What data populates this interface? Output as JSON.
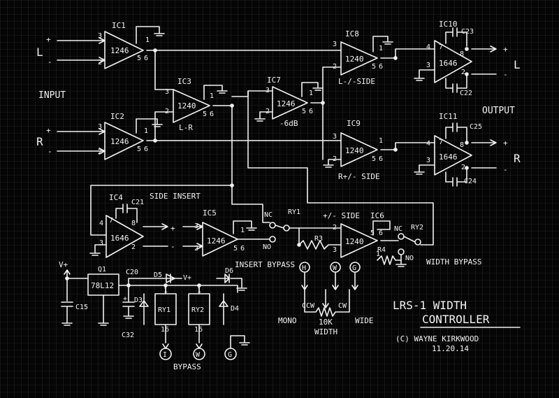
{
  "labels": {
    "input": "INPUT",
    "output": "OUTPUT",
    "l_in": "L",
    "r_in": "R",
    "l_out": "L",
    "r_out": "R",
    "plus": "+",
    "minus": "-",
    "side_insert": "SIDE INSERT",
    "insert_bypass": "INSERT BYPASS",
    "width_bypass": "WIDTH BYPASS",
    "l_side": "L-/-SIDE",
    "r_side": "R+/- SIDE",
    "pm_side": "+/- SIDE",
    "l_r": "L-R",
    "minus6db": "-6dB",
    "mono": "MONO",
    "wide": "WIDE",
    "width": "WIDTH",
    "ccw": "CCW",
    "cw": "CW",
    "pot": "10K",
    "bypass": "BYPASS",
    "nc": "NC",
    "no": "NO",
    "vplus": "V+",
    "reg": "78L12",
    "title1": "LRS-1 WIDTH",
    "title2": "CONTROLLER",
    "author": "(C) WAYNE KIRKWOOD",
    "date": "11.20.14"
  },
  "ics": {
    "ic1": {
      "name": "IC1",
      "part": "1246"
    },
    "ic2": {
      "name": "IC2",
      "part": "1246"
    },
    "ic3": {
      "name": "IC3",
      "part": "1240"
    },
    "ic4": {
      "name": "IC4",
      "part": "1646"
    },
    "ic5": {
      "name": "IC5",
      "part": "1246"
    },
    "ic6": {
      "name": "IC6",
      "part": "1240"
    },
    "ic7": {
      "name": "IC7",
      "part": "1246"
    },
    "ic8": {
      "name": "IC8",
      "part": "1240"
    },
    "ic9": {
      "name": "IC9",
      "part": "1240"
    },
    "ic10": {
      "name": "IC10",
      "part": "1646"
    },
    "ic11": {
      "name": "IC11",
      "part": "1646"
    }
  },
  "parts": {
    "c15": "C15",
    "c20": "C20",
    "c21": "C21",
    "c22": "C22",
    "c23": "C23",
    "c24": "C24",
    "c25": "C25",
    "c32": "C32",
    "q1": "Q1",
    "d3": "D3",
    "d4": "D4",
    "d5": "D5",
    "d6": "D6",
    "r3": "R3",
    "r4": "R4",
    "ry1": "RY1",
    "ry2": "RY2"
  },
  "pins": {
    "p1": "1",
    "p2": "2",
    "p3": "3",
    "p4": "4",
    "p5": "5",
    "p6": "6",
    "p7": "7",
    "p8": "8",
    "p16": "16"
  },
  "taps": {
    "h": "H",
    "w": "W",
    "g": "G",
    "i": "I"
  }
}
